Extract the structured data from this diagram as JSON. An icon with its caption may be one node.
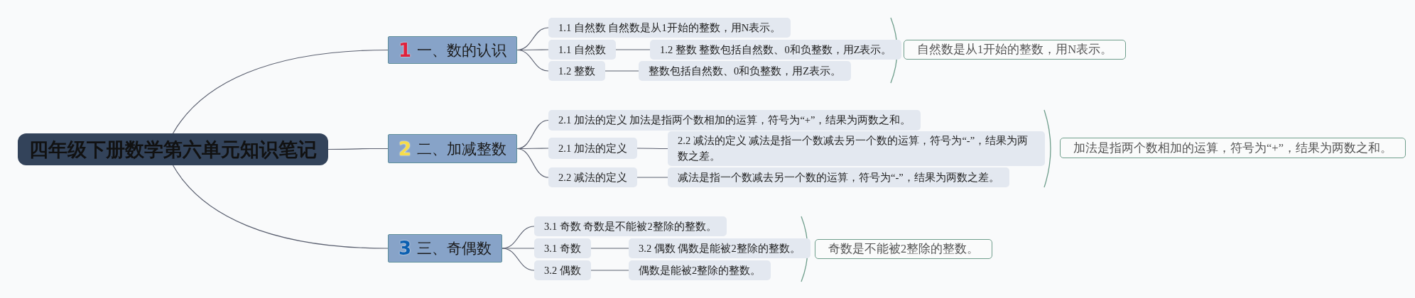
{
  "diagram": {
    "nodes": [
      {
        "text": [
          "四年级下册数学第六单元知识笔记"
        ]
      },
      {
        "text": [
          "1",
          "一、数的认识"
        ]
      },
      {
        "text": [
          "1.1 自然数 自然数是从1开始的整数，用N表示。"
        ]
      },
      {
        "text": [
          "1.1 自然数"
        ]
      },
      {
        "text": [
          "1.2 整数 整数包括自然数、0和负整数，用Z表示。"
        ]
      },
      {
        "text": [
          "1.2 整数"
        ]
      },
      {
        "text": [
          "整数包括自然数、0和负整数，用Z表示。"
        ]
      },
      {
        "text": [
          "自然数是从1开始的整数，用N表示。"
        ]
      },
      {
        "text": [
          "2",
          "二、加减整数"
        ]
      },
      {
        "text": [
          "2.1 加法的定义 加法是指两个数相加的运算，符号为“+”，结果为两数之和。"
        ]
      },
      {
        "text": [
          "2.1 加法的定义"
        ]
      },
      {
        "text": [
          "2.2 减法的定义 减法是指一个数减去另一个数的运算，符号为“-”，结果为两数之差。"
        ]
      },
      {
        "text": [
          "2.2 减法的定义"
        ]
      },
      {
        "text": [
          "减法是指一个数减去另一个数的运算，符号为“-”，结果为两数之差。"
        ]
      },
      {
        "text": [
          "加法是指两个数相加的运算，符号为“+”，结果为两数之和。"
        ]
      },
      {
        "text": [
          "3",
          "三、奇偶数"
        ]
      },
      {
        "text": [
          "3.1 奇数 奇数是不能被2整除的整数。"
        ]
      },
      {
        "text": [
          "3.1 奇数"
        ]
      },
      {
        "text": [
          "3.2 偶数 偶数是能被2整除的整数。"
        ]
      },
      {
        "text": [
          "3.2 偶数"
        ]
      },
      {
        "text": [
          "偶数是能被2整除的整数。"
        ]
      },
      {
        "text": [
          "奇数是不能被2整除的整数。"
        ]
      }
    ],
    "edges": [
      {
        "from": 0,
        "to": 1,
        "arrow": "none"
      },
      {
        "from": 0,
        "to": 8,
        "arrow": "none"
      },
      {
        "from": 0,
        "to": 15,
        "arrow": "none"
      },
      {
        "from": 1,
        "to": 2,
        "arrow": "none"
      },
      {
        "from": 1,
        "to": 3,
        "arrow": "none"
      },
      {
        "from": 1,
        "to": 5,
        "arrow": "none"
      },
      {
        "from": 3,
        "to": 4,
        "arrow": "none"
      },
      {
        "from": 5,
        "to": 6,
        "arrow": "none"
      },
      {
        "from": 8,
        "to": 9,
        "arrow": "none"
      },
      {
        "from": 8,
        "to": 10,
        "arrow": "none"
      },
      {
        "from": 8,
        "to": 12,
        "arrow": "none"
      },
      {
        "from": 10,
        "to": 11,
        "arrow": "none"
      },
      {
        "from": 12,
        "to": 13,
        "arrow": "none"
      },
      {
        "from": 15,
        "to": 16,
        "arrow": "none"
      },
      {
        "from": 15,
        "to": 17,
        "arrow": "none"
      },
      {
        "from": 15,
        "to": 19,
        "arrow": "none"
      },
      {
        "from": 17,
        "to": 18,
        "arrow": "none"
      },
      {
        "from": 19,
        "to": 20,
        "arrow": "none"
      }
    ]
  }
}
